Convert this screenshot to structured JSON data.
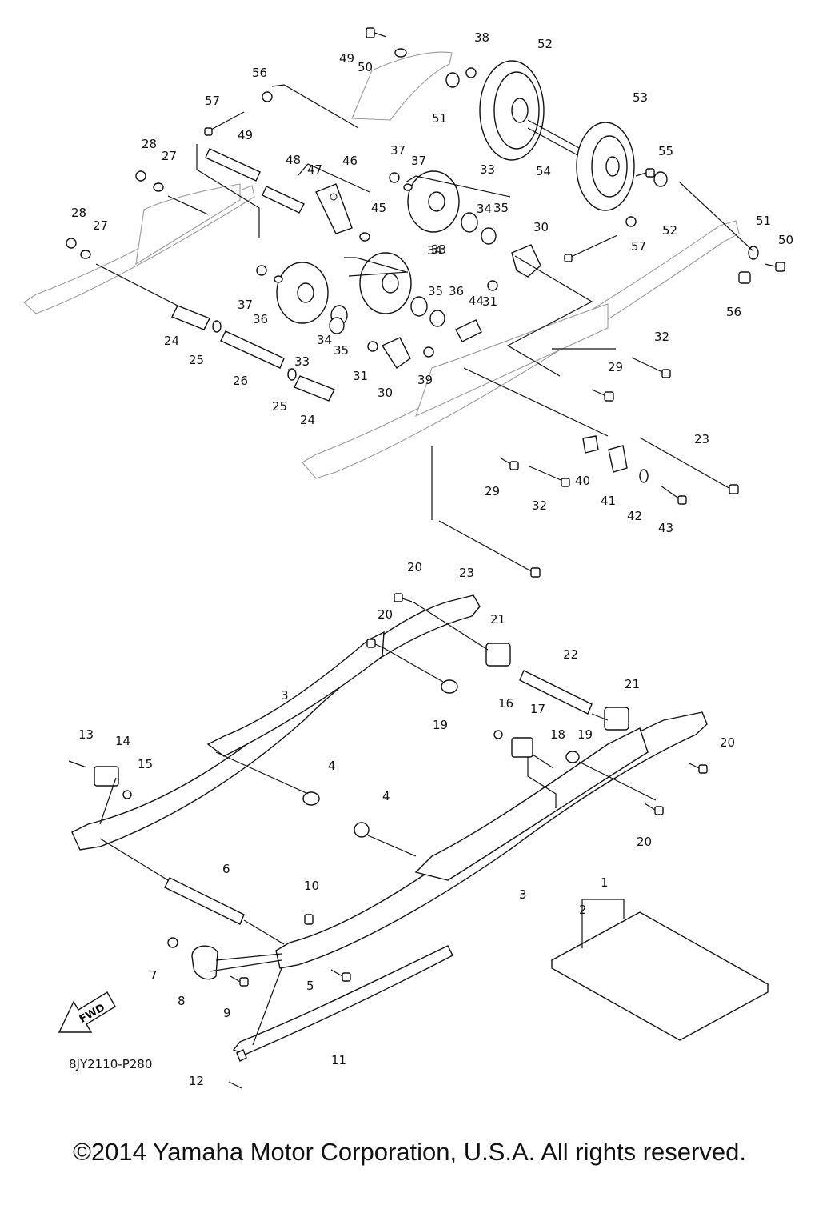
{
  "diagram_code": "8JY2110-P280",
  "copyright": "©2014 Yamaha Motor Corporation, U.S.A. All rights reserved.",
  "fwd_label": "FWD",
  "part_labels": [
    {
      "id": "p1",
      "text": "1"
    },
    {
      "id": "p2",
      "text": "2"
    },
    {
      "id": "p3a",
      "text": "3"
    },
    {
      "id": "p3b",
      "text": "3"
    },
    {
      "id": "p4a",
      "text": "4"
    },
    {
      "id": "p4b",
      "text": "4"
    },
    {
      "id": "p5",
      "text": "5"
    },
    {
      "id": "p6",
      "text": "6"
    },
    {
      "id": "p7",
      "text": "7"
    },
    {
      "id": "p8",
      "text": "8"
    },
    {
      "id": "p9",
      "text": "9"
    },
    {
      "id": "p10",
      "text": "10"
    },
    {
      "id": "p11",
      "text": "11"
    },
    {
      "id": "p12",
      "text": "12"
    },
    {
      "id": "p13",
      "text": "13"
    },
    {
      "id": "p14",
      "text": "14"
    },
    {
      "id": "p15",
      "text": "15"
    },
    {
      "id": "p16",
      "text": "16"
    },
    {
      "id": "p17",
      "text": "17"
    },
    {
      "id": "p18",
      "text": "18"
    },
    {
      "id": "p19a",
      "text": "19"
    },
    {
      "id": "p19b",
      "text": "19"
    },
    {
      "id": "p20a",
      "text": "20"
    },
    {
      "id": "p20b",
      "text": "20"
    },
    {
      "id": "p20c",
      "text": "20"
    },
    {
      "id": "p20d",
      "text": "20"
    },
    {
      "id": "p21a",
      "text": "21"
    },
    {
      "id": "p21b",
      "text": "21"
    },
    {
      "id": "p22",
      "text": "22"
    },
    {
      "id": "p23a",
      "text": "23"
    },
    {
      "id": "p23b",
      "text": "23"
    },
    {
      "id": "p24a",
      "text": "24"
    },
    {
      "id": "p24b",
      "text": "24"
    },
    {
      "id": "p25a",
      "text": "25"
    },
    {
      "id": "p25b",
      "text": "25"
    },
    {
      "id": "p26",
      "text": "26"
    },
    {
      "id": "p27a",
      "text": "27"
    },
    {
      "id": "p27b",
      "text": "27"
    },
    {
      "id": "p28a",
      "text": "28"
    },
    {
      "id": "p28b",
      "text": "28"
    },
    {
      "id": "p29a",
      "text": "29"
    },
    {
      "id": "p29b",
      "text": "29"
    },
    {
      "id": "p30a",
      "text": "30"
    },
    {
      "id": "p30b",
      "text": "30"
    },
    {
      "id": "p31a",
      "text": "31"
    },
    {
      "id": "p31b",
      "text": "31"
    },
    {
      "id": "p32a",
      "text": "32"
    },
    {
      "id": "p32b",
      "text": "32"
    },
    {
      "id": "p33a",
      "text": "33"
    },
    {
      "id": "p33b",
      "text": "33"
    },
    {
      "id": "p33c",
      "text": "33"
    },
    {
      "id": "p34a",
      "text": "34"
    },
    {
      "id": "p34b",
      "text": "34"
    },
    {
      "id": "p34c",
      "text": "34"
    },
    {
      "id": "p35a",
      "text": "35"
    },
    {
      "id": "p35b",
      "text": "35"
    },
    {
      "id": "p35c",
      "text": "35"
    },
    {
      "id": "p36a",
      "text": "36"
    },
    {
      "id": "p36b",
      "text": "36"
    },
    {
      "id": "p37a",
      "text": "37"
    },
    {
      "id": "p37b",
      "text": "37"
    },
    {
      "id": "p37c",
      "text": "37"
    },
    {
      "id": "p38",
      "text": "38"
    },
    {
      "id": "p39",
      "text": "39"
    },
    {
      "id": "p40",
      "text": "40"
    },
    {
      "id": "p41",
      "text": "41"
    },
    {
      "id": "p42",
      "text": "42"
    },
    {
      "id": "p43",
      "text": "43"
    },
    {
      "id": "p44",
      "text": "44"
    },
    {
      "id": "p45",
      "text": "45"
    },
    {
      "id": "p46",
      "text": "46"
    },
    {
      "id": "p47",
      "text": "47"
    },
    {
      "id": "p48",
      "text": "48"
    },
    {
      "id": "p49a",
      "text": "49"
    },
    {
      "id": "p49b",
      "text": "49"
    },
    {
      "id": "p50a",
      "text": "50"
    },
    {
      "id": "p50b",
      "text": "50"
    },
    {
      "id": "p51a",
      "text": "51"
    },
    {
      "id": "p51b",
      "text": "51"
    },
    {
      "id": "p52a",
      "text": "52"
    },
    {
      "id": "p52b",
      "text": "52"
    },
    {
      "id": "p53",
      "text": "53"
    },
    {
      "id": "p54",
      "text": "54"
    },
    {
      "id": "p55",
      "text": "55"
    },
    {
      "id": "p56a",
      "text": "56"
    },
    {
      "id": "p56b",
      "text": "56"
    },
    {
      "id": "p57a",
      "text": "57"
    },
    {
      "id": "p57b",
      "text": "57"
    }
  ]
}
